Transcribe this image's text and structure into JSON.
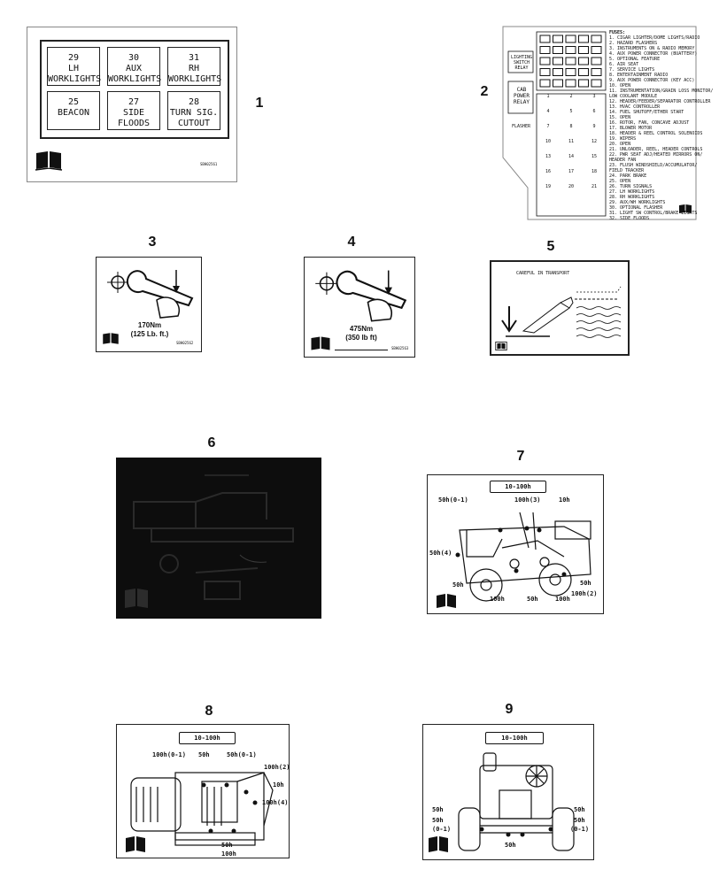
{
  "item_numbers": [
    "1",
    "2",
    "3",
    "4",
    "5",
    "6",
    "7",
    "8",
    "9"
  ],
  "panel1": {
    "switches": [
      {
        "num": "29",
        "label": "LH\nWORKLIGHTS"
      },
      {
        "num": "30",
        "label": "AUX\nWORKLIGHTS"
      },
      {
        "num": "31",
        "label": "RH\nWORKLIGHTS"
      },
      {
        "num": "25",
        "label": "BEACON"
      },
      {
        "num": "27",
        "label": "SIDE\nFLOODS"
      },
      {
        "num": "28",
        "label": "TURN SIG.\nCUTOUT"
      }
    ],
    "code": "SBH02561"
  },
  "panel2": {
    "left_box_1": "LIGHTING\nSWITCH\nRELAY",
    "left_box_2": "CAB\nPOWER\nRELAY",
    "left_box_3": "FLASHER",
    "notes_title": "FUSES:",
    "notes": [
      "1. CIGAR LIGHTER/DOME LIGHTS/RADIO",
      "2. HAZARD FLASHERS",
      "3. INSTRUMENTS ON & RADIO MEMORY",
      "4. AUX POWER CONNECTOR (BUATTERY)",
      "5. OPTIONAL FEATURE",
      "6. AIR SEAT",
      "7. SERVICE LIGHTS",
      "8. ENTERTAINMENT RADIO",
      "9. AUX POWER CONNECTOR (KEY ACC)",
      "10. OPEN",
      "11. INSTRUMENTATION/GRAIN LOSS MONITOR/",
      "    LOW COOLANT MODULE",
      "12. HEADER/FEEDER/SEPARATOR CONTROLLER",
      "13. HVAC CONTROLLER",
      "14. FUEL SHUTOFF/ETHER START",
      "15. OPEN",
      "16. ROTOR, FAN, CONCAVE ADJUST",
      "17. BLOWER MOTOR",
      "18. HEADER & REEL CONTROL SOLENOIDS",
      "19. WIPERS",
      "20. OPEN",
      "21. UNLOADER, REEL, HEADER CONTROLS",
      "22. PWR SEAT ADJ/HEATED MIRRORS ON/",
      "    HEADER FAN",
      "23. FLUSH WINDSHIELD/ACCUMULATOR/",
      "    FIELD TRACKER",
      "24. PARK BRAKE",
      "25. OPEN",
      "26. TURN SIGNALS",
      "27. LH WORKLIGHTS",
      "28. RH WORKLIGHTS",
      "29. AUX/WH WORKLIGHTS",
      "30. OPTIONAL FLASHER",
      "31. LIGHT SW CONTROL/BRAKE LIGHTS",
      "32. SIDE FLOODS"
    ],
    "cells": [
      [
        "1",
        "2",
        "3"
      ],
      [
        "4",
        "5",
        "6"
      ],
      [
        "7",
        "8",
        "9"
      ],
      [
        "10",
        "11",
        "12"
      ],
      [
        "13",
        "14",
        "15"
      ],
      [
        "16",
        "17",
        "18"
      ],
      [
        "19",
        "20",
        "21"
      ]
    ]
  },
  "panel3": {
    "torque": "170Nm",
    "torque_imperial": "(125 Lb. ft.)",
    "code": "SBH02562"
  },
  "panel4": {
    "torque": "475Nm",
    "torque_imperial": "(350 lb ft)",
    "code": "SBH02563"
  },
  "panel5": {
    "caption": "CAREFUL IN TRANSPORT"
  },
  "panel7": {
    "interval": "10-100h",
    "labels": [
      "50h(0-1)",
      "100h(3)",
      "10h",
      "50h(4)",
      "50h",
      "100h",
      "50h",
      "100h",
      "100h(2)",
      "50h"
    ]
  },
  "panel8": {
    "interval": "10-100h",
    "labels": [
      "100h(0-1)",
      "50h",
      "50h(0-1)",
      "100h(2)",
      "10h",
      "100h(4)",
      "50h",
      "100h"
    ]
  },
  "panel9": {
    "interval": "10-100h",
    "labels": [
      "50h",
      "50h",
      "(0-1)",
      "50h",
      "50h",
      "(0-1)",
      "50h"
    ]
  },
  "colors": {
    "ink": "#111111",
    "panel6_bg": "#0d0d0d"
  }
}
